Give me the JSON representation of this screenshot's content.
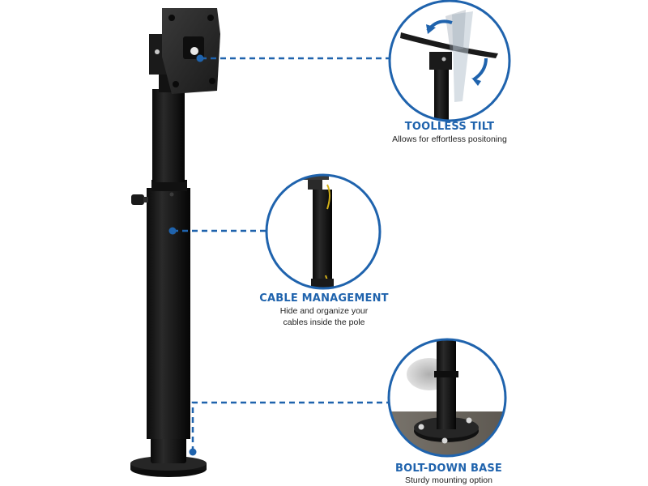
{
  "colors": {
    "accent": "#1f63ad",
    "pole": "#161616",
    "text": "#222222"
  },
  "features": [
    {
      "icon": "tilt-detail-icon",
      "title": "TOOLLESS TILT",
      "desc_lines": [
        "Allows for effortless positoning"
      ]
    },
    {
      "icon": "cable-detail-icon",
      "title": "CABLE MANAGEMENT",
      "desc_lines": [
        "Hide and organize your",
        "cables inside the pole"
      ]
    },
    {
      "icon": "base-detail-icon",
      "title": "BOLT-DOWN BASE",
      "desc_lines": [
        "Sturdy mounting option"
      ]
    }
  ]
}
